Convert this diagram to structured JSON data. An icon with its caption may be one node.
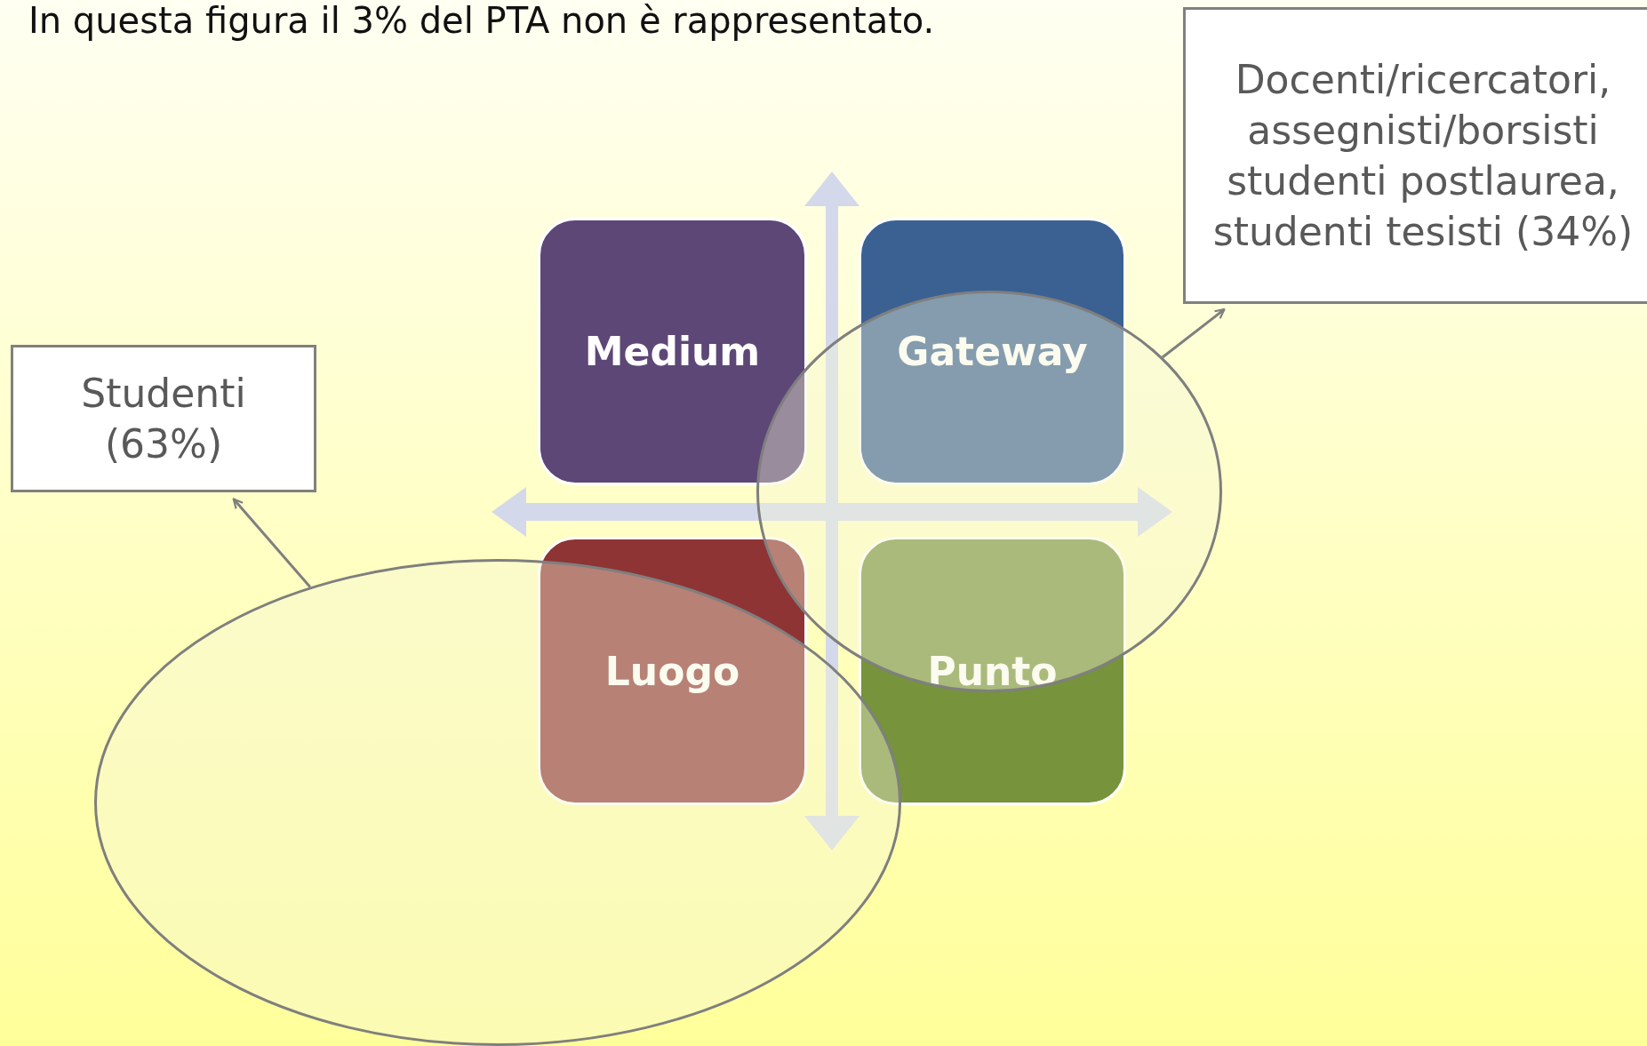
{
  "diagram": {
    "nodes": [
      {
        "text": [
          "Medium"
        ]
      },
      {
        "text": [
          "Gateway"
        ]
      },
      {
        "text": [
          "Luogo"
        ]
      },
      {
        "text": [
          "Punto"
        ]
      },
      {
        "text": [
          "Studenti (63%)"
        ]
      },
      {
        "text": [
          "Docenti/ricercatori, assegnisti/borsisti studenti postlaurea, studenti tesisti (34%)"
        ]
      },
      {
        "text": [],
        "shape": "ellipse"
      },
      {
        "text": [],
        "shape": "ellipse"
      }
    ],
    "edges": [
      {
        "from": 6,
        "to": 4,
        "arrow": "to"
      },
      {
        "from": 7,
        "to": 5,
        "arrow": "to"
      }
    ],
    "labels": [
      "In questa figura il 3% del PTA non è rappresentato."
    ]
  }
}
